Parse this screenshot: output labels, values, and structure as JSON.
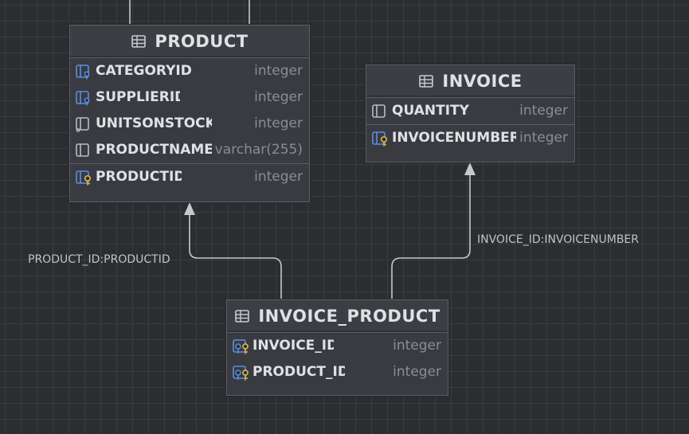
{
  "diagram": {
    "entities": {
      "product": {
        "title": "PRODUCT",
        "columns": [
          {
            "name": "CATEGORYID",
            "type": "integer",
            "icon": "foreign-key-column-icon"
          },
          {
            "name": "SUPPLIERID",
            "type": "integer",
            "icon": "foreign-key-column-icon"
          },
          {
            "name": "UNITSONSTOCK",
            "type": "integer",
            "icon": "column-icon"
          },
          {
            "name": "PRODUCTNAME",
            "type": "varchar(255)",
            "icon": "column-icon"
          },
          {
            "name": "PRODUCTID",
            "type": "integer",
            "icon": "primary-key-column-icon"
          }
        ]
      },
      "invoice": {
        "title": "INVOICE",
        "columns": [
          {
            "name": "QUANTITY",
            "type": "integer",
            "icon": "column-icon"
          },
          {
            "name": "INVOICENUMBER",
            "type": "integer",
            "icon": "primary-key-column-icon"
          }
        ]
      },
      "invoice_product": {
        "title": "INVOICE_PRODUCT",
        "columns": [
          {
            "name": "INVOICE_ID",
            "type": "integer",
            "icon": "primary-foreign-key-column-icon"
          },
          {
            "name": "PRODUCT_ID",
            "type": "integer",
            "icon": "primary-foreign-key-column-icon"
          }
        ]
      }
    },
    "relations": {
      "product_link": "PRODUCT_ID:PRODUCTID",
      "invoice_link": "INVOICE_ID:INVOICENUMBER"
    },
    "colors": {
      "background": "#2b2d30",
      "grid": "#3a3c40",
      "entity_body": "#393b40",
      "entity_border": "#5c5f66",
      "text": "#dfe1e5",
      "type_text": "#8a8d93",
      "key_icon": "#d9b44a",
      "fk_icon": "#5a8ee6",
      "connector": "#c6c8cc"
    }
  }
}
